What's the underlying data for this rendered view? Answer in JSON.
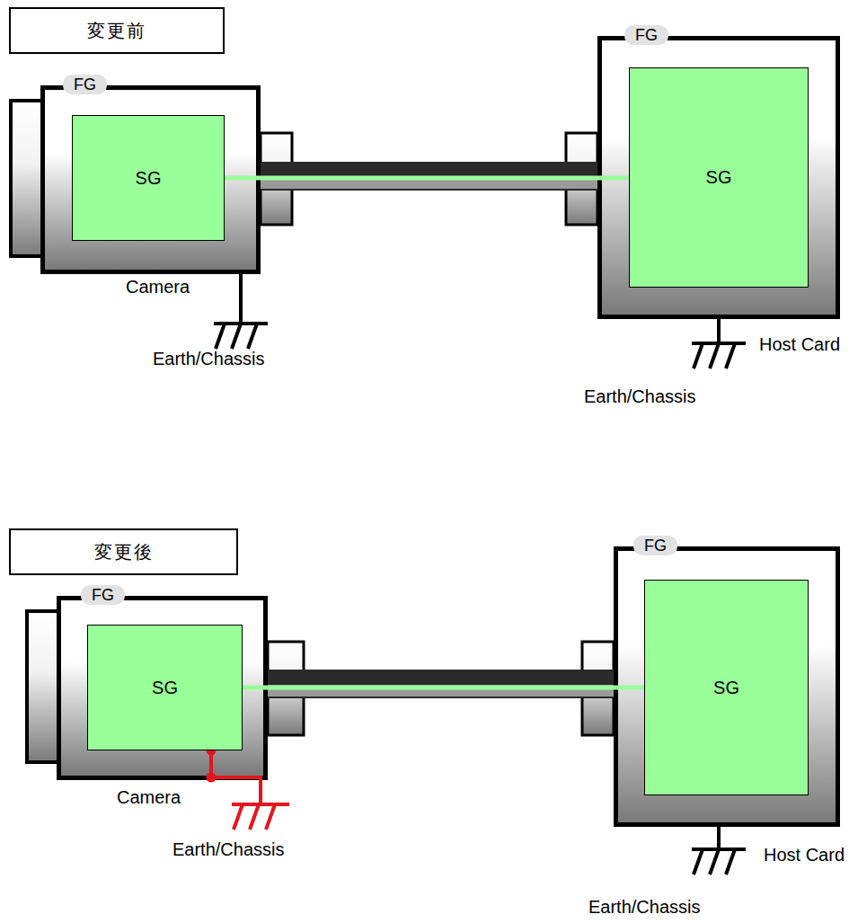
{
  "diagram": {
    "nodes": [
      {
        "text": [
          "変更前"
        ]
      },
      {
        "text": [
          "FG"
        ]
      },
      {
        "text": [
          "SG"
        ],
        "in": 1
      },
      {
        "text": [
          "FG"
        ]
      },
      {
        "text": [
          "SG"
        ],
        "in": 3
      },
      {
        "text": [
          "変更後"
        ]
      },
      {
        "text": [
          "FG"
        ]
      },
      {
        "text": [
          "SG"
        ],
        "in": 6
      },
      {
        "text": [
          "FG"
        ]
      },
      {
        "text": [
          "SG"
        ],
        "in": 8
      }
    ],
    "edges": [
      {
        "from": 2,
        "to": 4,
        "arrow": "none"
      },
      {
        "from": 7,
        "to": 9,
        "arrow": "none"
      }
    ],
    "labels": [
      "Camera",
      "Earth/Chassis",
      "Host Card",
      "Earth/Chassis",
      "Camera",
      "Earth/Chassis",
      "Host Card",
      "Earth/Chassis"
    ]
  }
}
